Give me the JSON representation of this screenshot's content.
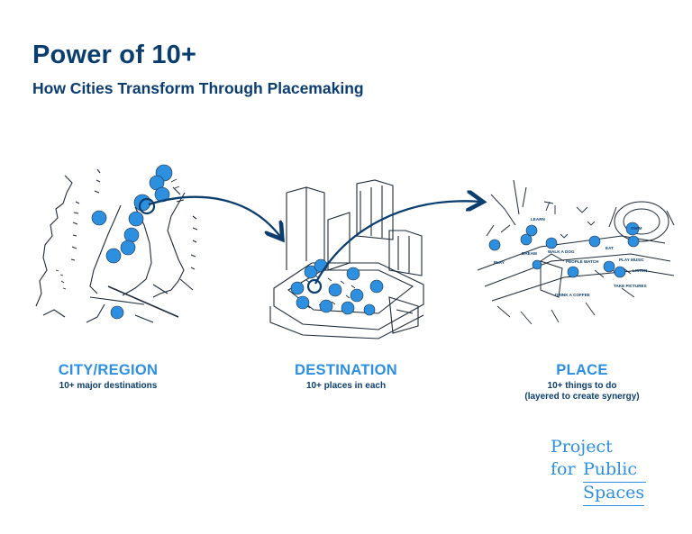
{
  "header": {
    "title": "Power of 10+",
    "subtitle": "How Cities Transform Through Placemaking"
  },
  "stages": [
    {
      "label": "CITY/REGION",
      "description": "10+ major destinations"
    },
    {
      "label": "DESTINATION",
      "description": "10+ places in each"
    },
    {
      "label": "PLACE",
      "description_lines": [
        "10+ things to do",
        "(layered to create synergy)"
      ]
    }
  ],
  "place_activities": [
    "LEARN",
    "SWIM",
    "PLAY",
    "DREAM",
    "WALK A DOG",
    "EAT",
    "PEOPLE WATCH",
    "PLAY MUSIC",
    "LISTEN",
    "TAKE PICTURES",
    "DRINK A COFFEE"
  ],
  "brand": {
    "line1": "Project",
    "line2_prefix": "for ",
    "line2_word": "Public",
    "line3": "Spaces"
  },
  "colors": {
    "navy": "#0b3e6f",
    "accent_blue": "#2d8fe0",
    "sketch_line": "#1e2b3a"
  }
}
